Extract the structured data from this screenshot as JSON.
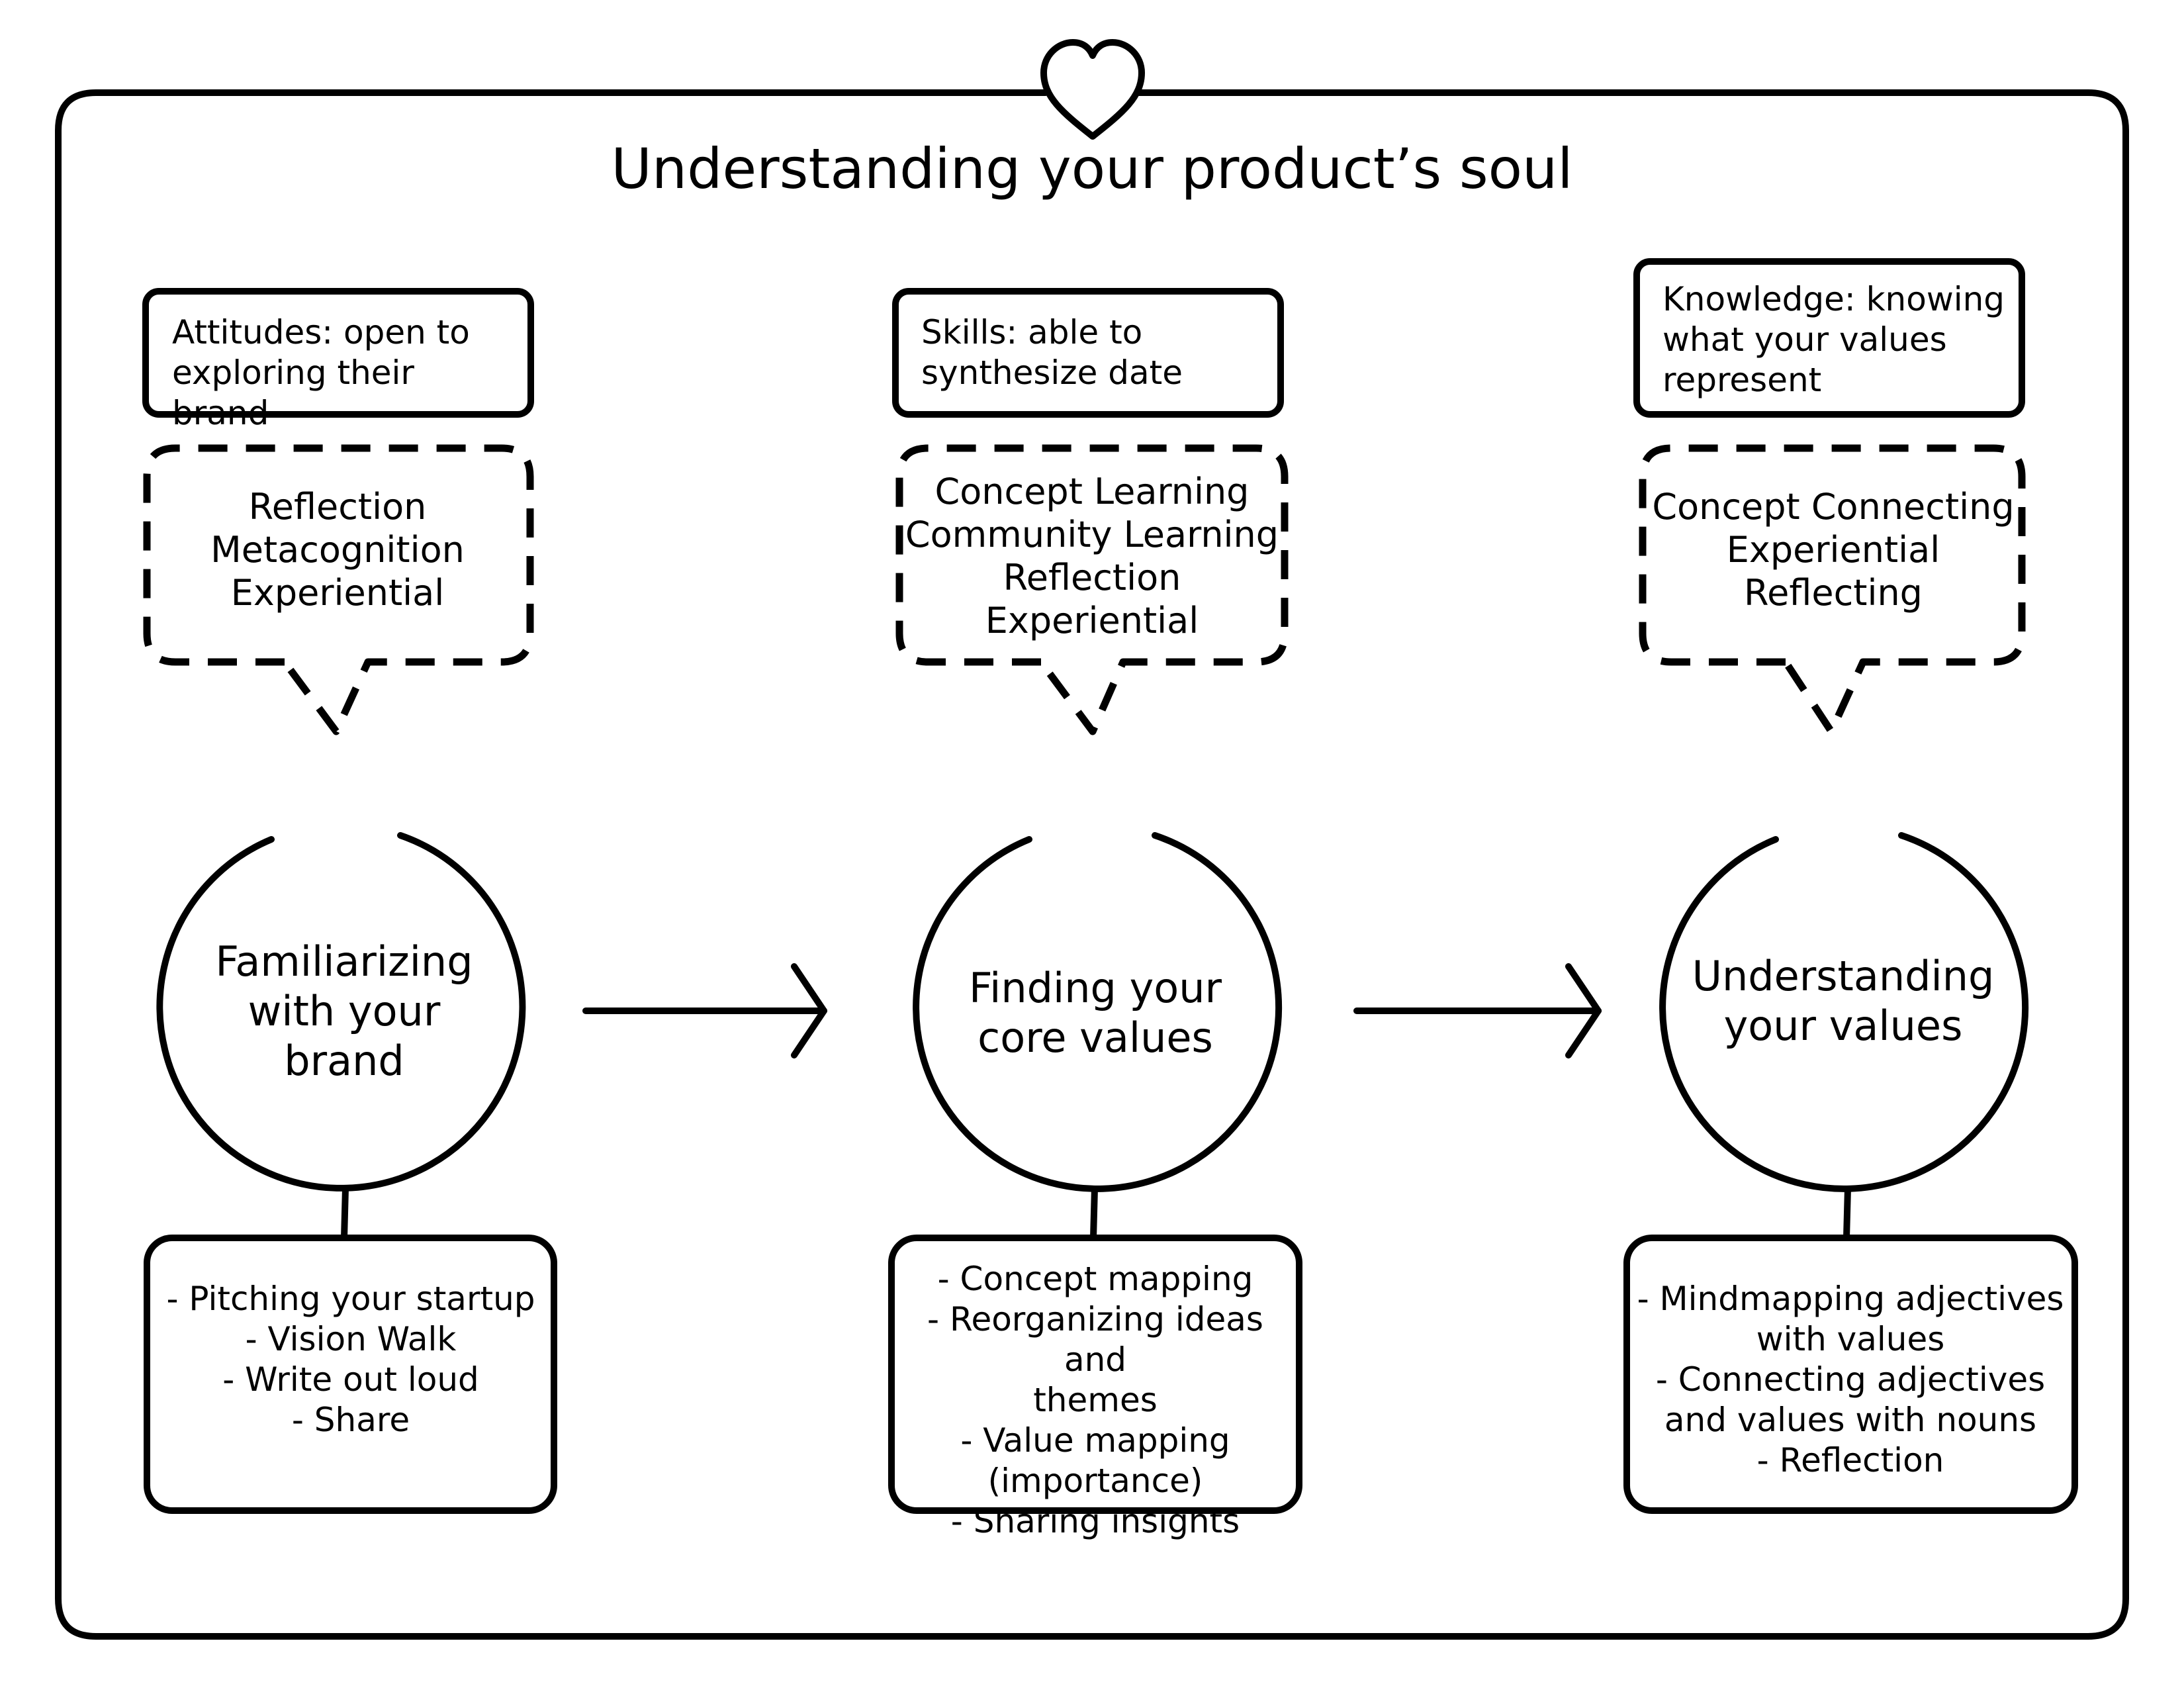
{
  "title": "Understanding your product’s soul",
  "columns": [
    {
      "goal": "Attitudes: open to\nexploring their brand",
      "methods": "Reflection\nMetacognition\nExperiential",
      "stage": "Familiarizing\nwith your\nbrand",
      "activities": "- Pitching your startup\n- Vision Walk\n- Write out loud\n- Share"
    },
    {
      "goal": "Skills: able to\nsynthesize date",
      "methods": "Concept Learning\nCommunity Learning\nReflection\nExperiential",
      "stage": "Finding your\ncore values",
      "activities": "- Concept mapping\n- Reorganizing ideas and\nthemes\n- Value mapping\n(importance)\n- Sharing insights"
    },
    {
      "goal": "Knowledge: knowing\nwhat your values\nrepresent",
      "methods": "Concept Connecting\nExperiential\nReflecting",
      "stage": "Understanding\nyour values",
      "activities": "- Mindmapping adjectives\nwith values\n- Connecting adjectives\nand values with nouns\n- Reflection"
    }
  ],
  "icons": {
    "header": "heart-icon",
    "flow": "arrow-right-icon"
  }
}
